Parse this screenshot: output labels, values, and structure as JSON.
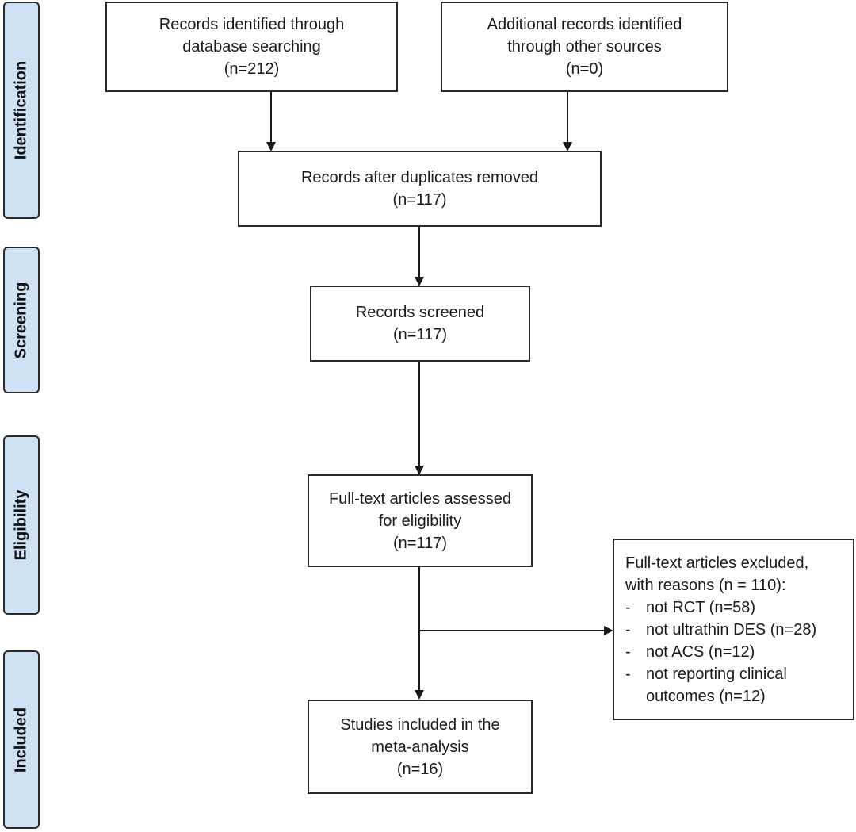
{
  "stages": {
    "identification": "Identification",
    "screening": "Screening",
    "eligibility": "Eligibility",
    "included": "Included"
  },
  "boxes": {
    "database": {
      "line1": "Records identified through",
      "line2": "database searching",
      "count": "(n=212)"
    },
    "other": {
      "line1": "Additional records identified",
      "line2": "through other sources",
      "count": "(n=0)"
    },
    "duplicates": {
      "line1": "Records after duplicates removed",
      "count": "(n=117)"
    },
    "screened": {
      "line1": "Records screened",
      "count": "(n=117)"
    },
    "fulltext": {
      "line1": "Full-text articles assessed",
      "line2": "for eligibility",
      "count": "(n=117)"
    },
    "included": {
      "line1": "Studies included in the",
      "line2": "meta-analysis",
      "count": "(n=16)"
    },
    "excluded": {
      "line1": "Full-text articles excluded,",
      "line2": "with reasons (n = 110):",
      "reasons": [
        {
          "dash": "-",
          "text": "not RCT (n=58)"
        },
        {
          "dash": "-",
          "text": "not ultrathin DES (n=28)"
        },
        {
          "dash": "-",
          "text": "not ACS (n=12)"
        },
        {
          "dash": "-",
          "text": "not reporting clinical"
        },
        {
          "dash": "",
          "text": "outcomes (n=12)"
        }
      ]
    }
  }
}
